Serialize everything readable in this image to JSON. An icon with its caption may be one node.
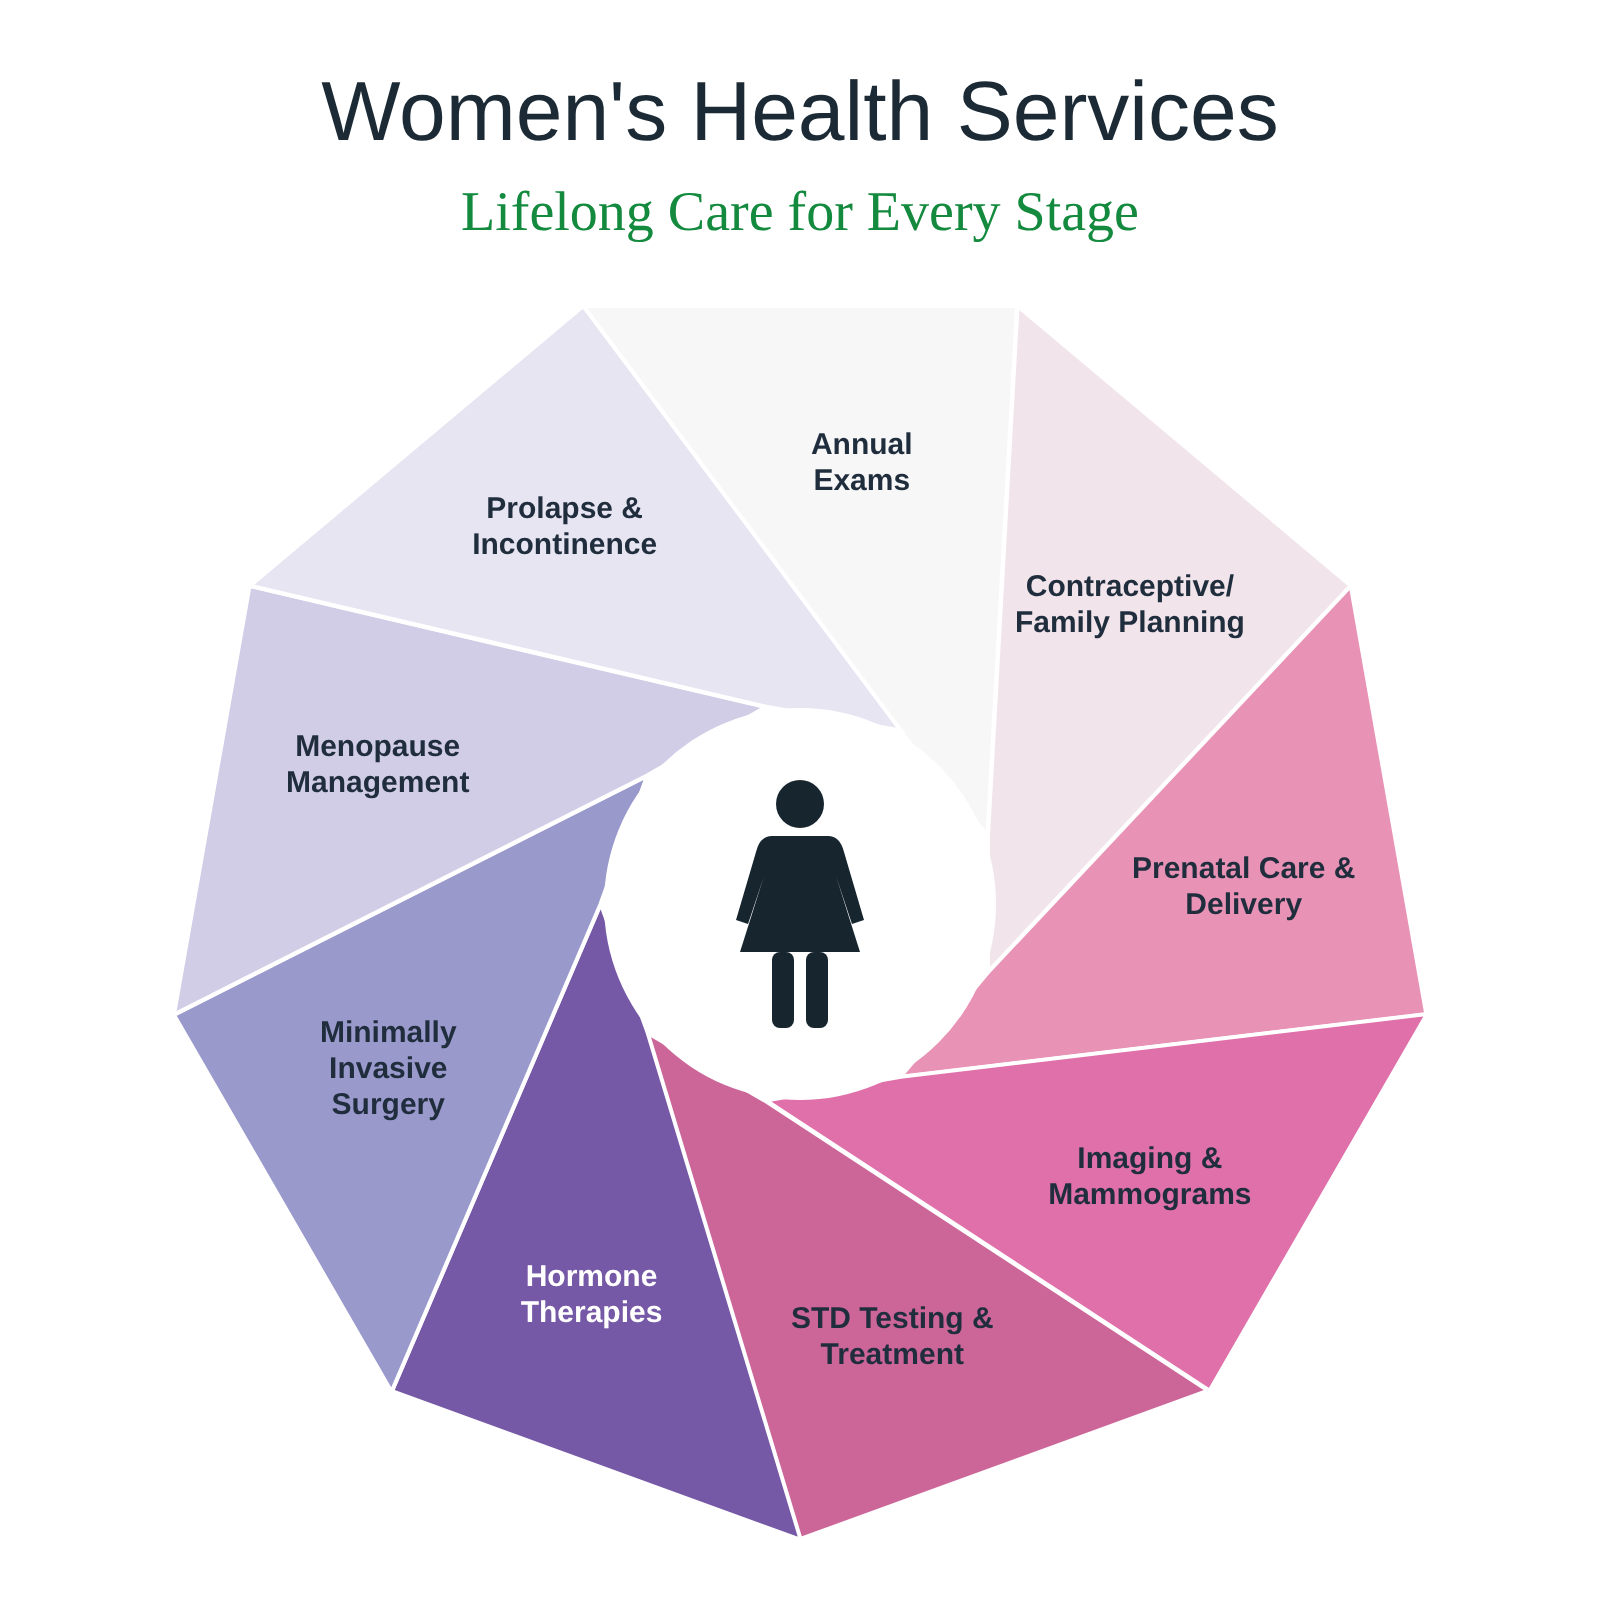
{
  "diagram": {
    "title": "Women's Health Services",
    "nodes": [
      {
        "text": [
          "Annual Exams"
        ]
      },
      {
        "text": [
          "Contraceptive/ Family Planning"
        ]
      },
      {
        "text": [
          "Prenatal Care & Delivery"
        ]
      },
      {
        "text": [
          "Imaging & Mammograms"
        ]
      },
      {
        "text": [
          "STD Testing & Treatment"
        ]
      },
      {
        "text": [
          "Hormone Therapies"
        ]
      },
      {
        "text": [
          "Minimally Invasive Surgery"
        ]
      },
      {
        "text": [
          "Menopause Management"
        ]
      },
      {
        "text": [
          "Prolapse & Incontinence"
        ]
      }
    ],
    "labels": [
      "Lifelong Care for Every Stage"
    ]
  }
}
